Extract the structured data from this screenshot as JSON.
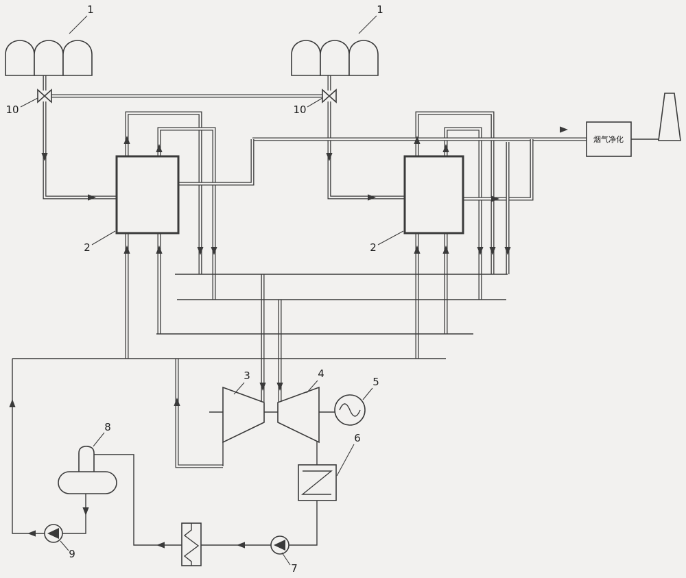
{
  "labels": {
    "tank_left": "1",
    "tank_right": "1",
    "valve_left": "10",
    "valve_right": "10",
    "boiler_left": "2",
    "boiler_right": "2",
    "turbine_hp": "3",
    "turbine_lp": "4",
    "generator": "5",
    "condenser": "6",
    "condensate_pump": "7",
    "deaerator": "8",
    "feed_pump": "9",
    "flue_gas_purifier": "烟气净化"
  },
  "colors": {
    "background": "#f2f1ef",
    "line": "#3a3a3a"
  }
}
